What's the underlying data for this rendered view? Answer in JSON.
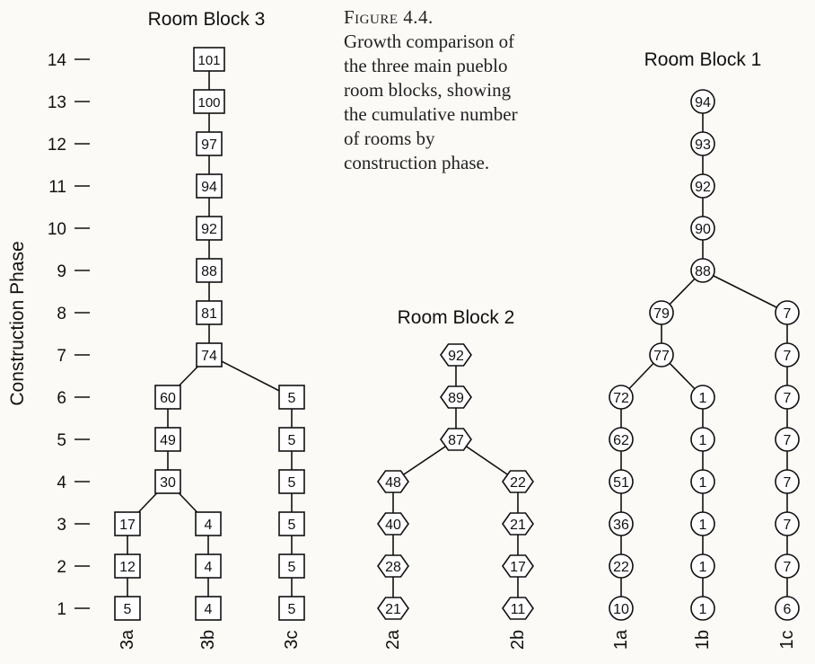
{
  "caption": {
    "figure_label": "Figure 4.4.",
    "lines": [
      "Growth comparison of",
      "the three main pueblo",
      "room blocks, showing",
      "the cumulative number",
      "of rooms by",
      "construction phase."
    ]
  },
  "axis": {
    "label": "Construction Phase",
    "ticks": [
      "1",
      "2",
      "3",
      "4",
      "5",
      "6",
      "7",
      "8",
      "9",
      "10",
      "11",
      "12",
      "13",
      "14"
    ]
  },
  "blocks": [
    {
      "title": "Room Block 3",
      "shape": "square",
      "columns": [
        {
          "label": "3a",
          "nodes": [
            {
              "phase": 1,
              "value": "5"
            },
            {
              "phase": 2,
              "value": "12"
            },
            {
              "phase": 3,
              "value": "17"
            }
          ]
        },
        {
          "label": "3b",
          "nodes": [
            {
              "phase": 1,
              "value": "4"
            },
            {
              "phase": 2,
              "value": "4"
            },
            {
              "phase": 3,
              "value": "4"
            }
          ]
        },
        {
          "label": "3c",
          "nodes": [
            {
              "phase": 1,
              "value": "5"
            },
            {
              "phase": 2,
              "value": "5"
            },
            {
              "phase": 3,
              "value": "5"
            },
            {
              "phase": 4,
              "value": "5"
            },
            {
              "phase": 5,
              "value": "5"
            },
            {
              "phase": 6,
              "value": "5"
            }
          ]
        }
      ],
      "merged": [
        {
          "phase": 4,
          "value": "30"
        },
        {
          "phase": 5,
          "value": "49"
        },
        {
          "phase": 6,
          "value": "60"
        },
        {
          "phase": 7,
          "value": "74"
        },
        {
          "phase": 8,
          "value": "81"
        },
        {
          "phase": 9,
          "value": "88"
        },
        {
          "phase": 10,
          "value": "92"
        },
        {
          "phase": 11,
          "value": "94"
        },
        {
          "phase": 12,
          "value": "97"
        },
        {
          "phase": 13,
          "value": "100"
        },
        {
          "phase": 14,
          "value": "101"
        }
      ]
    },
    {
      "title": "Room Block 2",
      "shape": "hexagon",
      "columns": [
        {
          "label": "2a",
          "nodes": [
            {
              "phase": 1,
              "value": "21"
            },
            {
              "phase": 2,
              "value": "28"
            },
            {
              "phase": 3,
              "value": "40"
            },
            {
              "phase": 4,
              "value": "48"
            }
          ]
        },
        {
          "label": "2b",
          "nodes": [
            {
              "phase": 1,
              "value": "11"
            },
            {
              "phase": 2,
              "value": "17"
            },
            {
              "phase": 3,
              "value": "21"
            },
            {
              "phase": 4,
              "value": "22"
            }
          ]
        }
      ],
      "merged": [
        {
          "phase": 5,
          "value": "87"
        },
        {
          "phase": 6,
          "value": "89"
        },
        {
          "phase": 7,
          "value": "92"
        }
      ]
    },
    {
      "title": "Room Block 1",
      "shape": "circle",
      "columns": [
        {
          "label": "1a",
          "nodes": [
            {
              "phase": 1,
              "value": "10"
            },
            {
              "phase": 2,
              "value": "22"
            },
            {
              "phase": 3,
              "value": "36"
            },
            {
              "phase": 4,
              "value": "51"
            },
            {
              "phase": 5,
              "value": "62"
            },
            {
              "phase": 6,
              "value": "72"
            }
          ]
        },
        {
          "label": "1b",
          "nodes": [
            {
              "phase": 1,
              "value": "1"
            },
            {
              "phase": 2,
              "value": "1"
            },
            {
              "phase": 3,
              "value": "1"
            },
            {
              "phase": 4,
              "value": "1"
            },
            {
              "phase": 5,
              "value": "1"
            },
            {
              "phase": 6,
              "value": "1"
            }
          ]
        },
        {
          "label": "1c",
          "nodes": [
            {
              "phase": 1,
              "value": "6"
            },
            {
              "phase": 2,
              "value": "7"
            },
            {
              "phase": 3,
              "value": "7"
            },
            {
              "phase": 4,
              "value": "7"
            },
            {
              "phase": 5,
              "value": "7"
            },
            {
              "phase": 6,
              "value": "7"
            },
            {
              "phase": 7,
              "value": "7"
            },
            {
              "phase": 8,
              "value": "7"
            }
          ]
        }
      ],
      "merged": [
        {
          "phase": 7,
          "value": "77"
        },
        {
          "phase": 8,
          "value": "79"
        },
        {
          "phase": 9,
          "value": "88"
        },
        {
          "phase": 10,
          "value": "90"
        },
        {
          "phase": 11,
          "value": "92"
        },
        {
          "phase": 12,
          "value": "93"
        },
        {
          "phase": 13,
          "value": "94"
        }
      ]
    }
  ]
}
